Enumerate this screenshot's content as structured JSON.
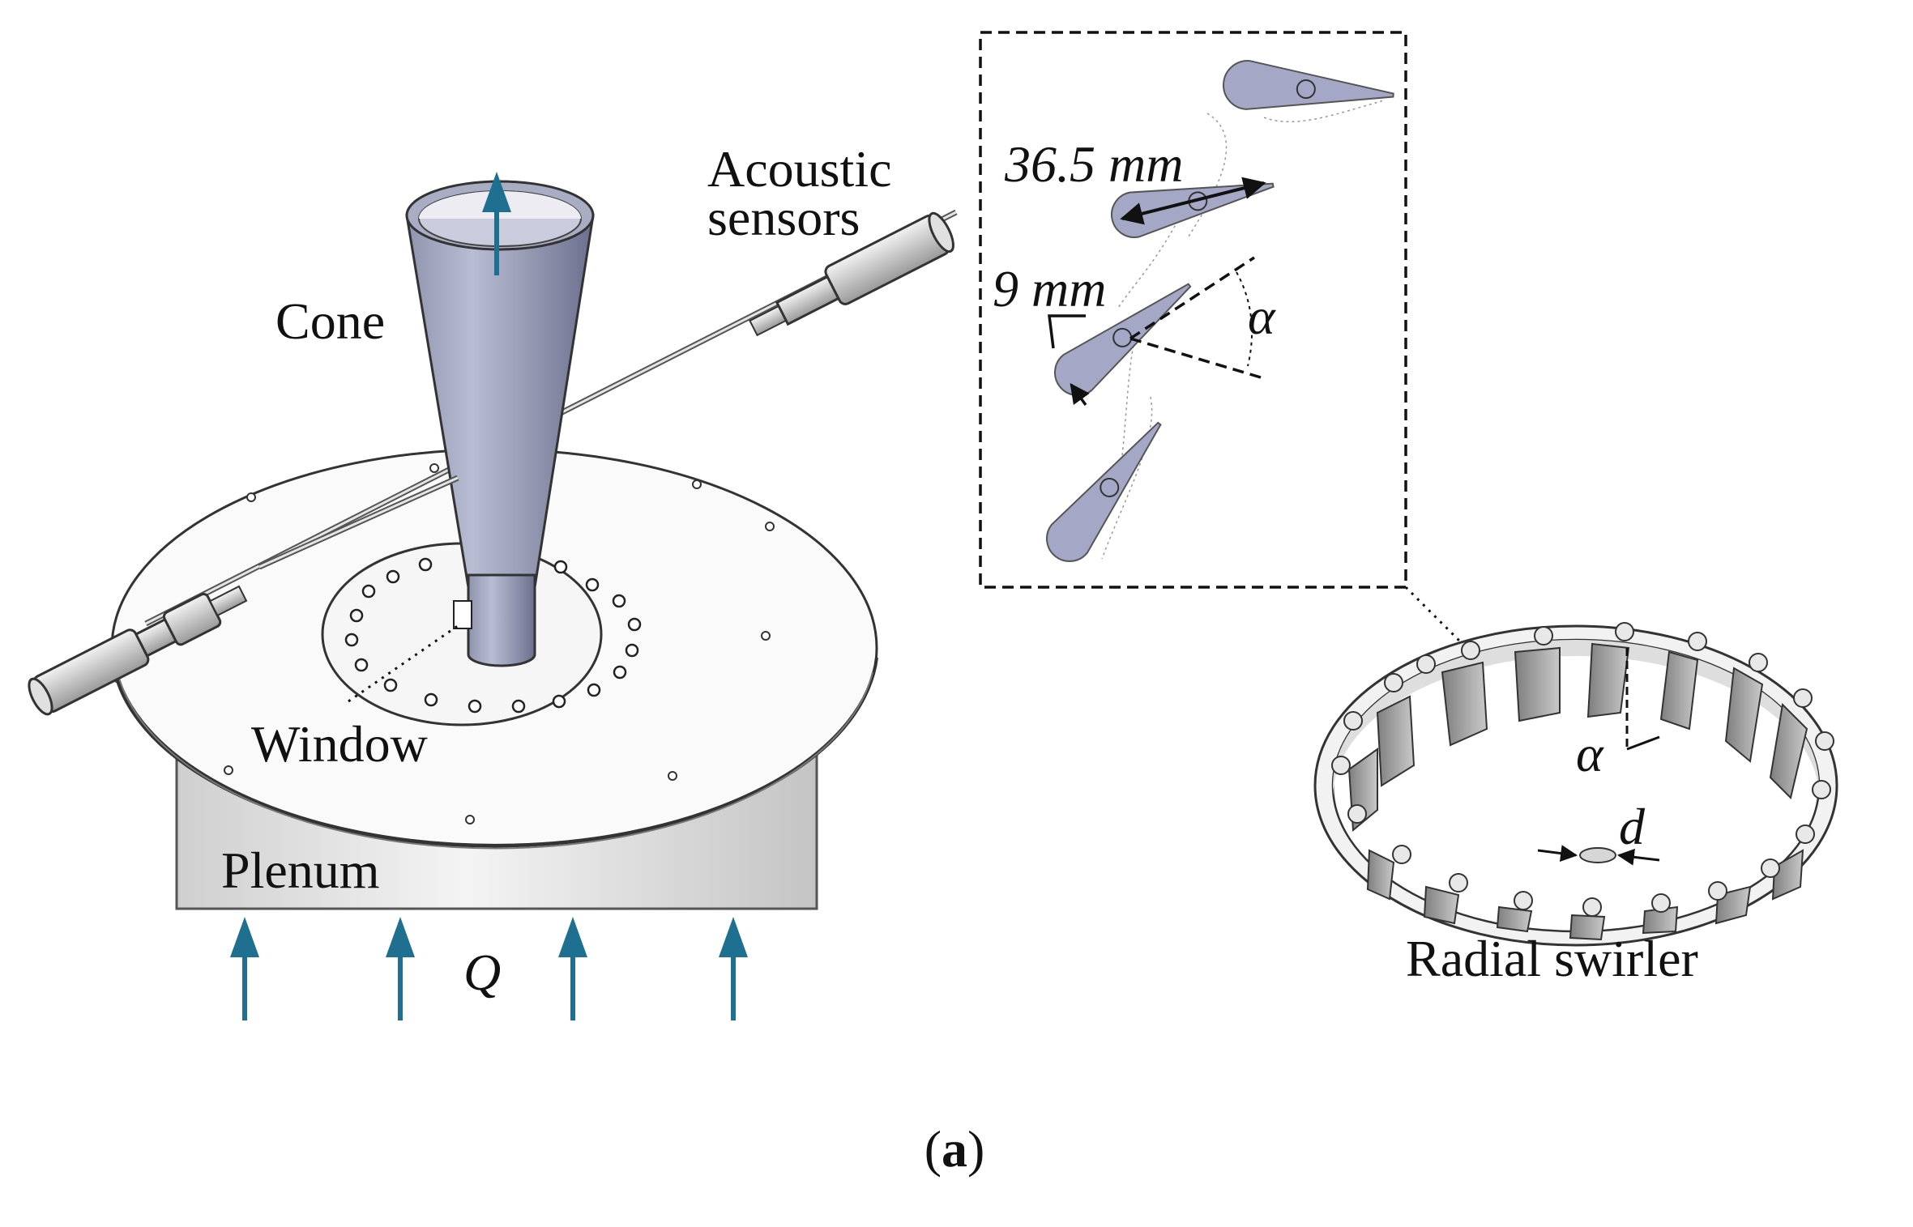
{
  "figure": {
    "labels": {
      "acoustic_line1": "Acoustic",
      "acoustic_line2": "sensors",
      "cone": "Cone",
      "window": "Window",
      "plenum": "Plenum",
      "flow_symbol": "Q",
      "radial_swirler": "Radial swirler"
    },
    "inset": {
      "vane_length": "36.5 mm",
      "vane_width": "9 mm",
      "angle_symbol": "α"
    },
    "swirler": {
      "angle_symbol": "α",
      "diameter_symbol": "d"
    },
    "caption": {
      "open": "(",
      "letter": "a",
      "close": ")"
    },
    "colors": {
      "flow_arrow": "#1f6f91",
      "vane_fill": "#a4a8c6",
      "metal_light": "#eeeef2",
      "metal_dark": "#8e92ab"
    }
  }
}
